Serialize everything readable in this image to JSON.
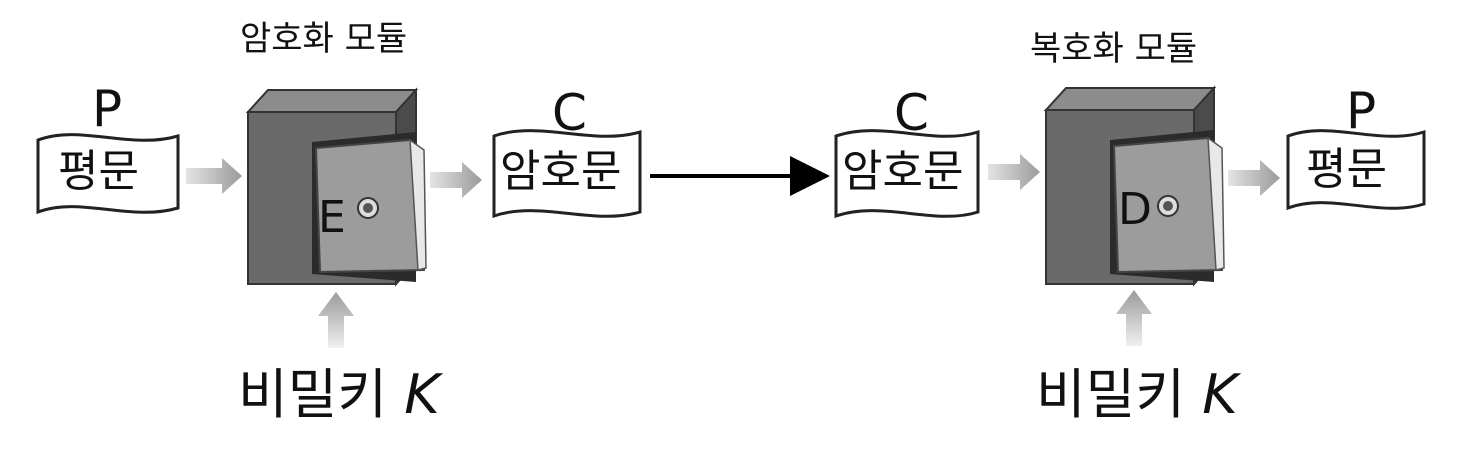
{
  "encrypt_module": {
    "title": "암호화 모듈",
    "input_letter": "P",
    "input_text": "평문",
    "safe_letter": "E",
    "output_letter": "C",
    "output_text": "암호문",
    "key_text": "비밀키",
    "key_symbol": "K"
  },
  "decrypt_module": {
    "title": "복호화 모듈",
    "input_letter": "C",
    "input_text": "암호문",
    "safe_letter": "D",
    "output_letter": "P",
    "output_text": "평문",
    "key_text": "비밀키",
    "key_symbol": "K"
  },
  "colors": {
    "safe_front": "#6b6b6b",
    "safe_side": "#4a4a4a",
    "safe_top": "#8a8a8a",
    "door": "#9a9a9a",
    "gray_arrow": "#a8a8a8",
    "link_arrow": "#000000"
  }
}
